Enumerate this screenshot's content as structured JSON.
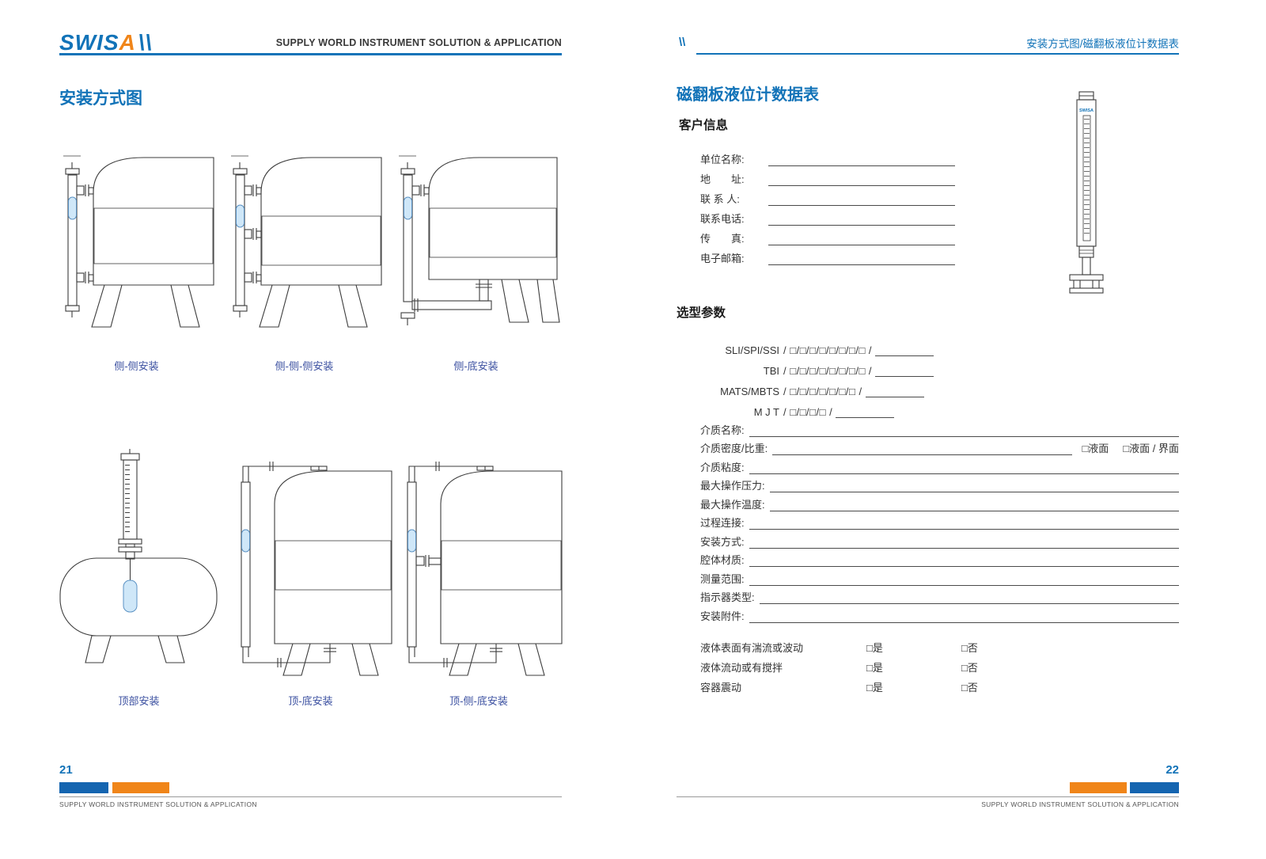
{
  "brand": "SWISA",
  "logo": {
    "swis": "SWIS",
    "a": "A",
    "slashes": "\\\\"
  },
  "tagline": "SUPPLY WORLD INSTRUMENT SOLUTION & APPLICATION",
  "header": {
    "crumb": "安装方式图/磁翻板液位计数据表",
    "slashes": "\\\\"
  },
  "left_page": {
    "title": "安装方式图",
    "captions": [
      "侧-侧安装",
      "侧-侧-侧安装",
      "侧-底安装",
      "顶部安装",
      "顶-底安装",
      "顶-侧-底安装"
    ],
    "page_number": "21"
  },
  "right_page": {
    "title": "磁翻板液位计数据表",
    "customer": {
      "heading": "客户信息",
      "fields": [
        "单位名称:",
        "地　　址:",
        "联 系 人:",
        "联系电话:",
        "传　　真:",
        "电子邮箱:"
      ]
    },
    "selection": {
      "heading": "选型参数",
      "models": [
        {
          "name": "SLI/SPI/SSI",
          "code": "/ □/□/□/□/□/□/□/□ /"
        },
        {
          "name": "TBI",
          "code": "/ □/□/□/□/□/□/□/□ /"
        },
        {
          "name": "MATS/MBTS",
          "code": "/ □/□/□/□/□/□/□ /"
        },
        {
          "name": "M J T",
          "code": "/ □/□/□/□ /"
        }
      ],
      "fields": [
        "介质名称:",
        "介质密度/比重:",
        "介质粘度:",
        "最大操作压力:",
        "最大操作温度:",
        "过程连接:",
        "安装方式:",
        "腔体材质:",
        "测量范围:",
        "指示器类型:",
        "安装附件:"
      ],
      "density_options": [
        "□液面",
        "□液面 / 界面"
      ]
    },
    "questions": [
      {
        "label": "液体表面有湍流或波动",
        "yes": "□是",
        "no": "□否"
      },
      {
        "label": "液体流动或有搅拌",
        "yes": "□是",
        "no": "□否"
      },
      {
        "label": "容器震动",
        "yes": "□是",
        "no": "□否"
      }
    ],
    "page_number": "22"
  },
  "colors": {
    "blue": "#1273b8",
    "orange": "#f08519",
    "caption": "#3a4fa0"
  }
}
